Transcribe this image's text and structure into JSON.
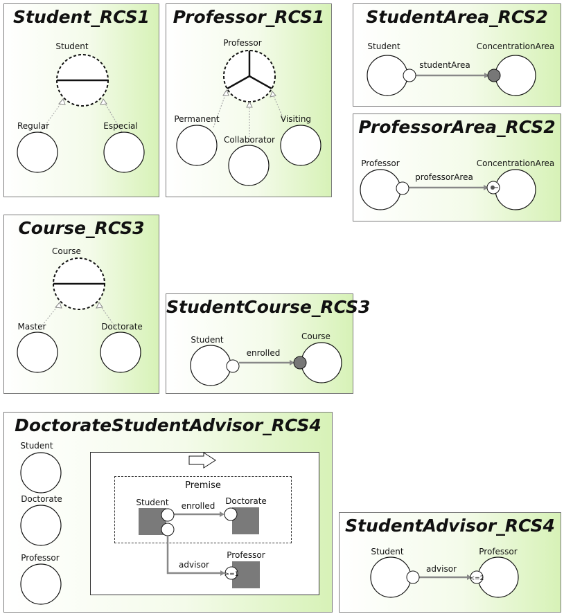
{
  "panels": {
    "student_rcs1": {
      "title": "Student_RCS1",
      "parent": "Student",
      "children": [
        "Regular",
        "Especial"
      ]
    },
    "professor_rcs1": {
      "title": "Professor_RCS1",
      "parent": "Professor",
      "children": [
        "Permanent",
        "Collaborator",
        "Visiting"
      ]
    },
    "studentarea_rcs2": {
      "title": "StudentArea_RCS2",
      "source": "Student",
      "target": "ConcentrationArea",
      "relation": "studentArea"
    },
    "professorarea_rcs2": {
      "title": "ProfessorArea_RCS2",
      "source": "Professor",
      "target": "ConcentrationArea",
      "relation": "professorArea"
    },
    "course_rcs3": {
      "title": "Course_RCS3",
      "parent": "Course",
      "children": [
        "Master",
        "Doctorate"
      ]
    },
    "studentcourse_rcs3": {
      "title": "StudentCourse_RCS3",
      "source": "Student",
      "target": "Course",
      "relation": "enrolled"
    },
    "doctoratestudentadvisor_rcs4": {
      "title": "DoctorateStudentAdvisor_RCS4",
      "left_classes": [
        "Student",
        "Doctorate",
        "Professor"
      ],
      "premise_label": "Premise",
      "premise_source": "Student",
      "premise_target": "Doctorate",
      "premise_relation": "enrolled",
      "conclusion_target": "Professor",
      "conclusion_relation": "advisor",
      "conclusion_cardinality": ">=1"
    },
    "studentadvisor_rcs4": {
      "title": "StudentAdvisor_RCS4",
      "source": "Student",
      "target": "Professor",
      "relation": "advisor",
      "cardinality": "<=2"
    }
  }
}
